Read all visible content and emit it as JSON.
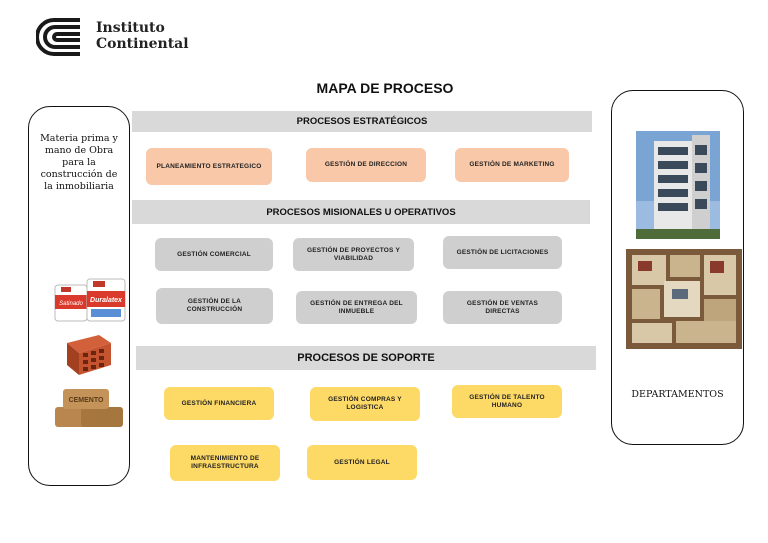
{
  "header": {
    "logo_line1": "Instituto",
    "logo_line2": "Continental"
  },
  "title": "MAPA DE PROCESO",
  "left_panel": {
    "text": "Materia prima y mano de Obra para la construcción de la inmobiliaria",
    "paint_brand_1": "Satinado",
    "paint_brand_2": "Duralatex",
    "bag_label": "CEMENTO"
  },
  "right_panel": {
    "label": "DEPARTAMENTOS"
  },
  "sections": {
    "strategic": {
      "title": "PROCESOS ESTRATÉGICOS",
      "items": [
        "PLANEAMIENTO ESTRATEGICO",
        "GESTIÓN DE DIRECCION",
        "GESTIÓN DE MARKETING"
      ]
    },
    "missional": {
      "title": "PROCESOS MISIONALES U OPERATIVOS",
      "items": [
        "GESTIÓN COMERCIAL",
        "GESTIÓN DE PROYECTOS Y VIABILIDAD",
        "GESTIÓN DE LICITACIONES",
        "GESTIÓN DE LA CONSTRUCCIÓN",
        "GESTIÓN DE ENTREGA DEL INMUEBLE",
        "GESTIÓN DE VENTAS DIRECTAS"
      ]
    },
    "support": {
      "title": "PROCESOS DE SOPORTE",
      "items": [
        "GESTIÓN FINANCIERA",
        "GESTIÓN COMPRAS Y LOGISTICA",
        "GESTIÓN DE TALENTO HUMANO",
        "MANTENIMIENTO DE INFRAESTRUCTURA",
        "GESTIÓN LEGAL"
      ]
    }
  },
  "colors": {
    "strategic": "#f8c8a8",
    "missional": "#cfcfcf",
    "support": "#fdd966",
    "band": "#d9d9d9"
  }
}
